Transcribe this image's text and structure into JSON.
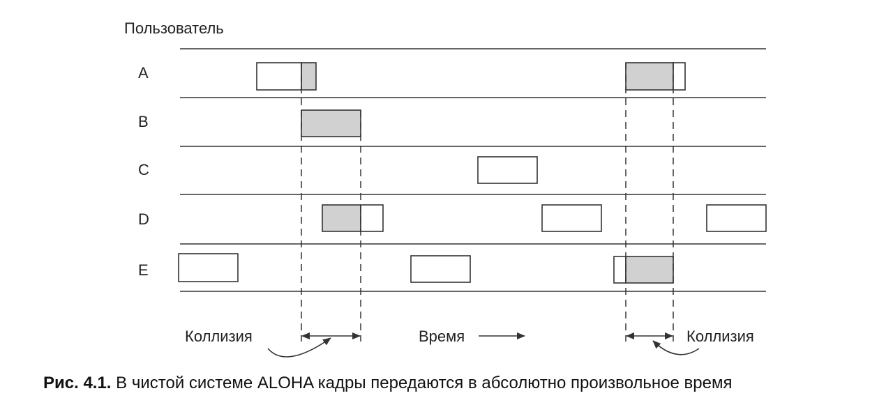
{
  "header_label": "Пользователь",
  "users": [
    {
      "name": "A",
      "frames": [
        {
          "collided": false
        },
        {
          "collided": true
        },
        {
          "collided": true
        },
        {
          "collided": false
        }
      ]
    },
    {
      "name": "B",
      "frames": [
        {
          "collided": true
        }
      ]
    },
    {
      "name": "C",
      "frames": [
        {
          "collided": false
        }
      ]
    },
    {
      "name": "D",
      "frames": [
        {
          "collided": true
        },
        {
          "collided": false
        },
        {
          "collided": false
        },
        {
          "collided": false
        }
      ]
    },
    {
      "name": "E",
      "frames": [
        {
          "collided": false
        },
        {
          "collided": false
        },
        {
          "collided": false
        },
        {
          "collided": true
        }
      ]
    }
  ],
  "annotations": {
    "collision_left": "Коллизия",
    "time": "Время",
    "collision_right": "Коллизия"
  },
  "caption": {
    "prefix": "Рис. 4.1.",
    "text": "В чистой системе ALOHA кадры передаются в абсолютно произвольное время"
  },
  "colors": {
    "collision_fill": "#d1d1d1",
    "line": "#333333"
  }
}
